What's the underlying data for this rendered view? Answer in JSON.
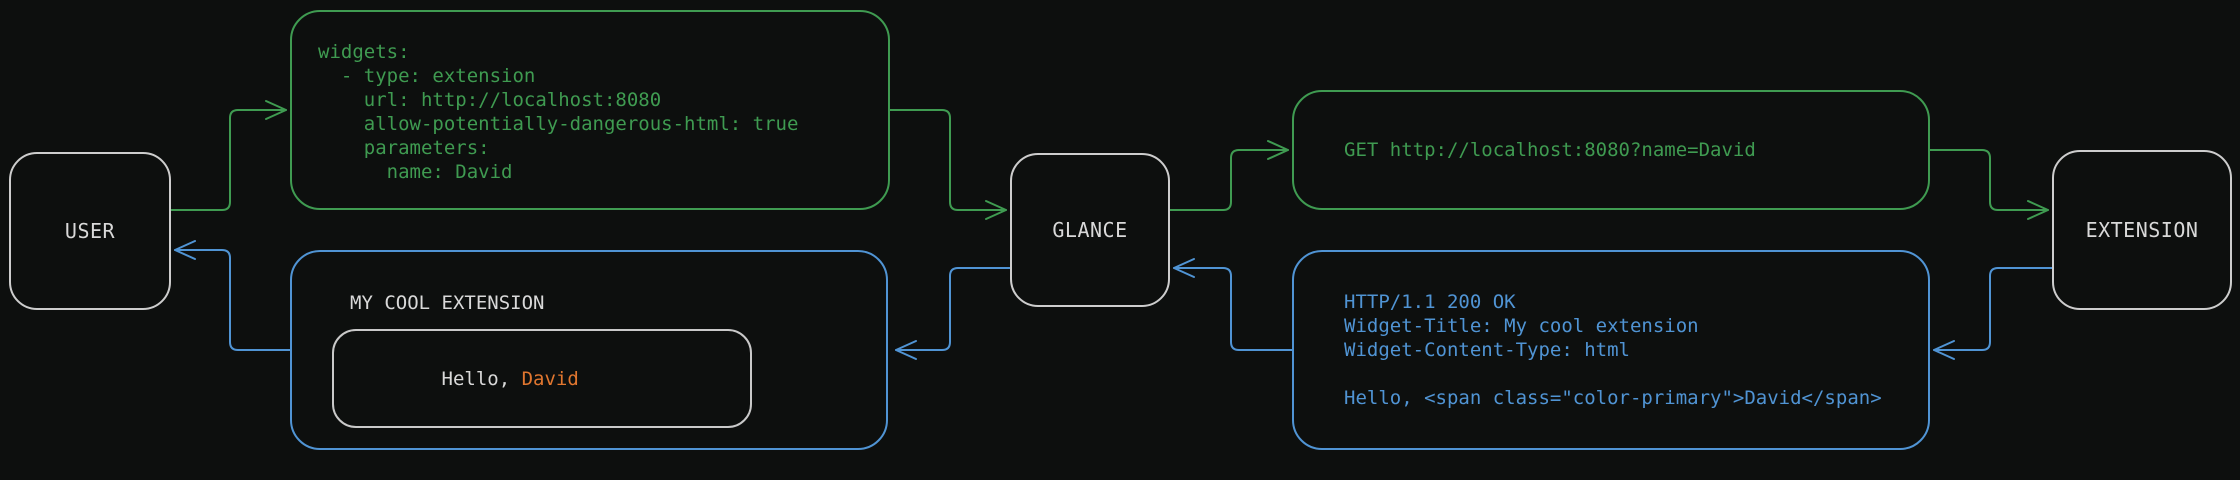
{
  "diagram": {
    "nodes": {
      "user": "USER",
      "glance": "GLANCE",
      "extension": "EXTENSION"
    },
    "config_snippet": "widgets:\n  - type: extension\n    url: http://localhost:8080\n    allow-potentially-dangerous-html: true\n    parameters:\n      name: David",
    "http_request": "GET http://localhost:8080?name=David",
    "http_response": "HTTP/1.1 200 OK\nWidget-Title: My cool extension\nWidget-Content-Type: html\n\nHello, <span class=\"color-primary\">David</span>",
    "widget_preview": {
      "title": "MY COOL EXTENSION",
      "greeting_prefix": "Hello, ",
      "greeting_name": "David"
    },
    "colors": {
      "request_flow_green": "#3f9b51",
      "response_flow_blue": "#5094d4",
      "highlight_orange": "#e0762f",
      "node_border_gray": "#cdcdcd",
      "text_gray": "#d9d9d9",
      "background": "#0d0f0e"
    }
  }
}
